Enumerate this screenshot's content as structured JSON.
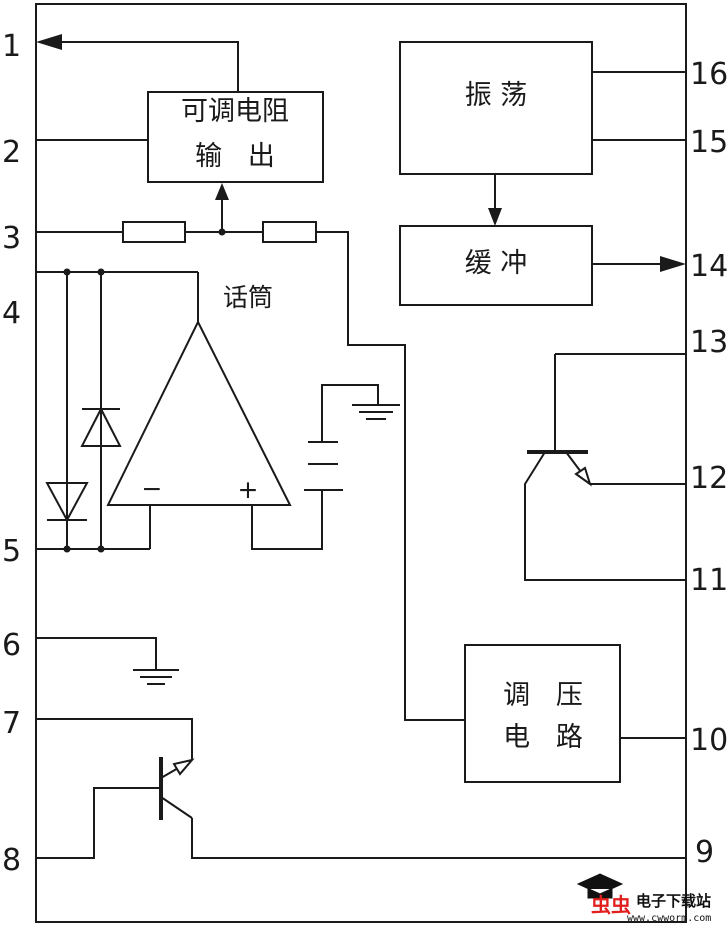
{
  "pins": {
    "p1": "1",
    "p2": "2",
    "p3": "3",
    "p4": "4",
    "p5": "5",
    "p6": "6",
    "p7": "7",
    "p8": "8",
    "p9": "9",
    "p10": "10",
    "p11": "11",
    "p12": "12",
    "p13": "13",
    "p14": "14",
    "p15": "15",
    "p16": "16"
  },
  "blocks": {
    "adjustable_resistor_line1": "可调电阻",
    "adjustable_resistor_line2": "输   出",
    "oscillator": "振 荡",
    "buffer": "缓 冲",
    "regulator_line1": "调   压",
    "regulator_line2": "电   路"
  },
  "labels": {
    "microphone": "话筒",
    "opamp_minus": "−",
    "opamp_plus": "+"
  },
  "watermark": {
    "logo": "虫虫",
    "site": "电子下载站",
    "url": "www.cwworm.com",
    "logo_color": "#e0201e"
  },
  "colors": {
    "ink": "#1a1a1a",
    "background": "#ffffff"
  }
}
